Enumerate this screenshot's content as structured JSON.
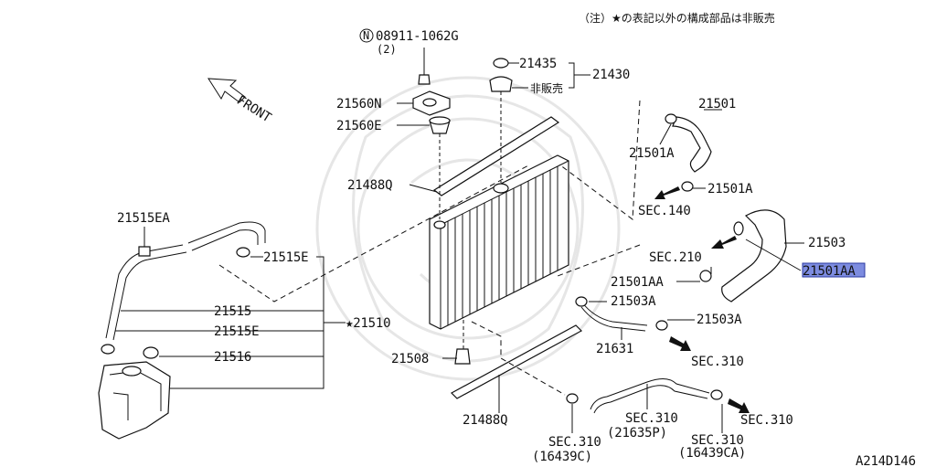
{
  "note": "（注）★の表記以外の構成部品は非販売",
  "diagram_code": "A214D146",
  "front_label": "FRONT",
  "bolt": {
    "symbol": "N",
    "part_no": "08911-1062G",
    "qty": "(2)"
  },
  "labels": {
    "p21435": "21435",
    "p21430": "21430",
    "not_sold": "非販売",
    "p21560N": "21560N",
    "p21560E": "21560E",
    "p21488Q_top": "21488Q",
    "p21488Q_bottom": "21488Q",
    "p21515EA": "21515EA",
    "p21515E_top": "21515E",
    "p21515": "21515",
    "p21515E_mid": "21515E",
    "p21510": "★21510",
    "p21516": "21516",
    "p21508": "21508",
    "p21501": "21501",
    "p21501A_top": "21501A",
    "p21501A_mid": "21501A",
    "sec140": "SEC.140",
    "p21503": "21503",
    "sec210": "SEC.210",
    "p21501AA_left": "21501AA",
    "p21501AA_highlight": "21501AA",
    "p21503A_left": "21503A",
    "p21503A_right": "21503A",
    "p21631": "21631",
    "sec310_right": "SEC.310",
    "sec310_mid": "SEC.310",
    "sec310_mid_sub": "(21635P)",
    "sec310_bottom_left": "SEC.310",
    "sec310_bottom_left_sub": "(16439C)",
    "sec310_bottom_mid": "SEC.310",
    "sec310_bottom_mid_sub": "(16439CA)",
    "sec310_far_right": "SEC.310"
  },
  "colors": {
    "ink": "#111111",
    "highlight": "#7d8ce0",
    "watermark": "#e6e6e6"
  }
}
